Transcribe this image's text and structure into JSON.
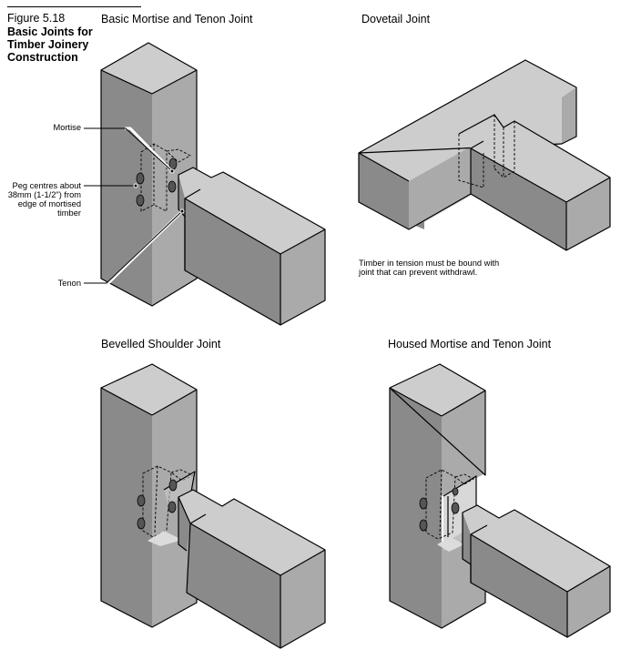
{
  "figure": {
    "number": "Figure 5.18",
    "title": "Basic Joints for Timber Joinery Construction"
  },
  "panels": [
    {
      "id": "basic-mortise-tenon",
      "title": "Basic Mortise and Tenon Joint",
      "callouts": [
        {
          "id": "mortise",
          "text": "Mortise"
        },
        {
          "id": "peg",
          "lines": [
            "Peg centres about",
            "38mm (1-1/2\") from",
            "edge of mortised",
            "timber"
          ]
        },
        {
          "id": "tenon",
          "text": "Tenon"
        }
      ]
    },
    {
      "id": "dovetail",
      "title": "Dovetail Joint",
      "note_lines": [
        "Timber in tension must be bound with",
        "joint that can prevent withdrawl."
      ]
    },
    {
      "id": "bevelled-shoulder",
      "title": "Bevelled Shoulder Joint"
    },
    {
      "id": "housed-mortise-tenon",
      "title": "Housed Mortise and Tenon Joint"
    }
  ],
  "colors": {
    "top_face": "#cdcdcd",
    "left_face": "#8a8a8a",
    "right_face": "#aaaaaa",
    "peg": "#555555",
    "outline": "#000000"
  }
}
